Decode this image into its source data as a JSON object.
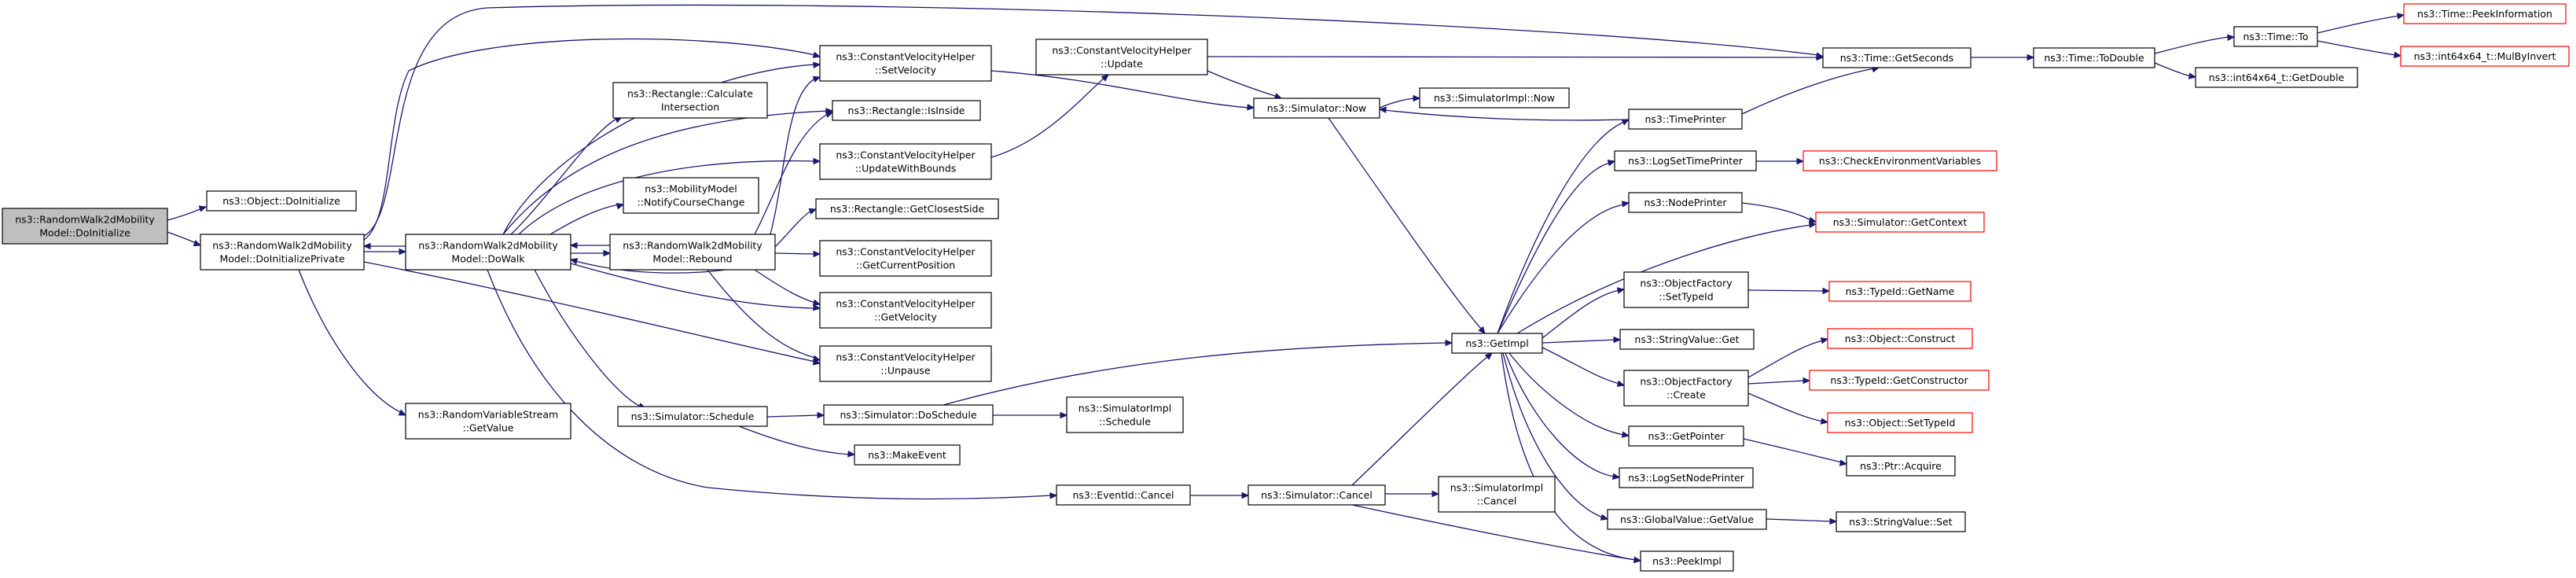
{
  "colors": {
    "edge": "#191970",
    "root_fill": "#bfbfbf",
    "node_fill": "#ffffff",
    "node_border": "#000000",
    "truncated_border": "#ff0000"
  },
  "nodes": [
    {
      "id": "root",
      "lines": [
        "ns3::RandomWalk2dMobility",
        "Model::DoInitialize"
      ],
      "variant": "root"
    },
    {
      "id": "obj_doinit",
      "lines": [
        "ns3::Object::DoInitialize"
      ]
    },
    {
      "id": "rw_doinitprivate",
      "lines": [
        "ns3::RandomWalk2dMobility",
        "Model::DoInitializePrivate"
      ]
    },
    {
      "id": "rw_dowalk",
      "lines": [
        "ns3::RandomWalk2dMobility",
        "Model::DoWalk"
      ]
    },
    {
      "id": "rvs_getvalue",
      "lines": [
        "ns3::RandomVariableStream",
        "::GetValue"
      ]
    },
    {
      "id": "rect_calcint",
      "lines": [
        "ns3::Rectangle::Calculate",
        "Intersection"
      ]
    },
    {
      "id": "mm_notify",
      "lines": [
        "ns3::MobilityModel",
        "::NotifyCourseChange"
      ]
    },
    {
      "id": "rw_rebound",
      "lines": [
        "ns3::RandomWalk2dMobility",
        "Model::Rebound"
      ]
    },
    {
      "id": "sim_schedule",
      "lines": [
        "ns3::Simulator::Schedule"
      ]
    },
    {
      "id": "cvh_setvel",
      "lines": [
        "ns3::ConstantVelocityHelper",
        "::SetVelocity"
      ]
    },
    {
      "id": "rect_isinside",
      "lines": [
        "ns3::Rectangle::IsInside"
      ]
    },
    {
      "id": "cvh_uwb",
      "lines": [
        "ns3::ConstantVelocityHelper",
        "::UpdateWithBounds"
      ]
    },
    {
      "id": "rect_closest",
      "lines": [
        "ns3::Rectangle::GetClosestSide"
      ]
    },
    {
      "id": "cvh_getpos",
      "lines": [
        "ns3::ConstantVelocityHelper",
        "::GetCurrentPosition"
      ]
    },
    {
      "id": "cvh_getvel",
      "lines": [
        "ns3::ConstantVelocityHelper",
        "::GetVelocity"
      ]
    },
    {
      "id": "cvh_unpause",
      "lines": [
        "ns3::ConstantVelocityHelper",
        "::Unpause"
      ]
    },
    {
      "id": "sim_doschedule",
      "lines": [
        "ns3::Simulator::DoSchedule"
      ]
    },
    {
      "id": "makeevent",
      "lines": [
        "ns3::MakeEvent"
      ]
    },
    {
      "id": "cvh_update",
      "lines": [
        "ns3::ConstantVelocityHelper",
        "::Update"
      ]
    },
    {
      "id": "simimpl_schedule",
      "lines": [
        "ns3::SimulatorImpl",
        "::Schedule"
      ]
    },
    {
      "id": "eventid_cancel",
      "lines": [
        "ns3::EventId::Cancel"
      ]
    },
    {
      "id": "sim_now",
      "lines": [
        "ns3::Simulator::Now"
      ]
    },
    {
      "id": "simimpl_now",
      "lines": [
        "ns3::SimulatorImpl::Now"
      ]
    },
    {
      "id": "getimpl",
      "lines": [
        "ns3::GetImpl"
      ]
    },
    {
      "id": "sim_cancel",
      "lines": [
        "ns3::Simulator::Cancel"
      ]
    },
    {
      "id": "simimpl_cancel",
      "lines": [
        "ns3::SimulatorImpl",
        "::Cancel"
      ]
    },
    {
      "id": "timeprinter",
      "lines": [
        "ns3::TimePrinter"
      ]
    },
    {
      "id": "logsettime",
      "lines": [
        "ns3::LogSetTimePrinter"
      ]
    },
    {
      "id": "nodeprinter",
      "lines": [
        "ns3::NodePrinter"
      ]
    },
    {
      "id": "of_settypeid",
      "lines": [
        "ns3::ObjectFactory",
        "::SetTypeId"
      ]
    },
    {
      "id": "strval_get",
      "lines": [
        "ns3::StringValue::Get"
      ]
    },
    {
      "id": "of_create",
      "lines": [
        "ns3::ObjectFactory",
        "::Create"
      ]
    },
    {
      "id": "getpointer",
      "lines": [
        "ns3::GetPointer"
      ]
    },
    {
      "id": "logsetnode",
      "lines": [
        "ns3::LogSetNodePrinter"
      ]
    },
    {
      "id": "gv_getvalue",
      "lines": [
        "ns3::GlobalValue::GetValue"
      ]
    },
    {
      "id": "peekimpl",
      "lines": [
        "ns3::PeekImpl"
      ]
    },
    {
      "id": "time_getseconds",
      "lines": [
        "ns3::Time::GetSeconds"
      ]
    },
    {
      "id": "checkenv",
      "lines": [
        "ns3::CheckEnvironmentVariables"
      ],
      "variant": "truncated"
    },
    {
      "id": "sim_getcontext",
      "lines": [
        "ns3::Simulator::GetContext"
      ],
      "variant": "truncated"
    },
    {
      "id": "typeid_getname",
      "lines": [
        "ns3::TypeId::GetName"
      ],
      "variant": "truncated"
    },
    {
      "id": "obj_construct",
      "lines": [
        "ns3::Object::Construct"
      ],
      "variant": "truncated"
    },
    {
      "id": "typeid_getctor",
      "lines": [
        "ns3::TypeId::GetConstructor"
      ],
      "variant": "truncated"
    },
    {
      "id": "obj_settypeid",
      "lines": [
        "ns3::Object::SetTypeId"
      ],
      "variant": "truncated"
    },
    {
      "id": "ptr_acquire",
      "lines": [
        "ns3::Ptr::Acquire"
      ]
    },
    {
      "id": "strval_set",
      "lines": [
        "ns3::StringValue::Set"
      ]
    },
    {
      "id": "time_todouble",
      "lines": [
        "ns3::Time::ToDouble"
      ]
    },
    {
      "id": "time_to",
      "lines": [
        "ns3::Time::To"
      ]
    },
    {
      "id": "int64_getdouble",
      "lines": [
        "ns3::int64x64_t::GetDouble"
      ]
    },
    {
      "id": "time_peek",
      "lines": [
        "ns3::Time::PeekInformation"
      ],
      "variant": "truncated"
    },
    {
      "id": "int64_mulbyinvert",
      "lines": [
        "ns3::int64x64_t::MulByInvert"
      ],
      "variant": "truncated"
    }
  ]
}
